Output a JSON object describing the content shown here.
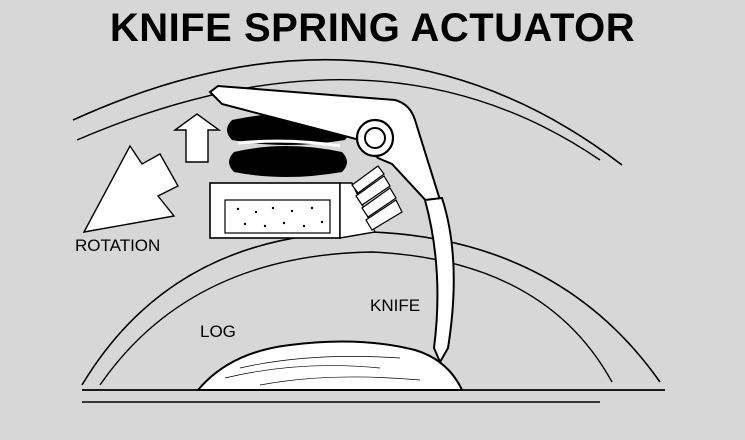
{
  "title": "KNIFE SPRING ACTUATOR",
  "labels": {
    "rotation": "ROTATION",
    "knife": "KNIFE",
    "log": "LOG"
  },
  "colors": {
    "background": "#d7d7d7",
    "ink": "#000000",
    "fill": "#ffffff"
  }
}
